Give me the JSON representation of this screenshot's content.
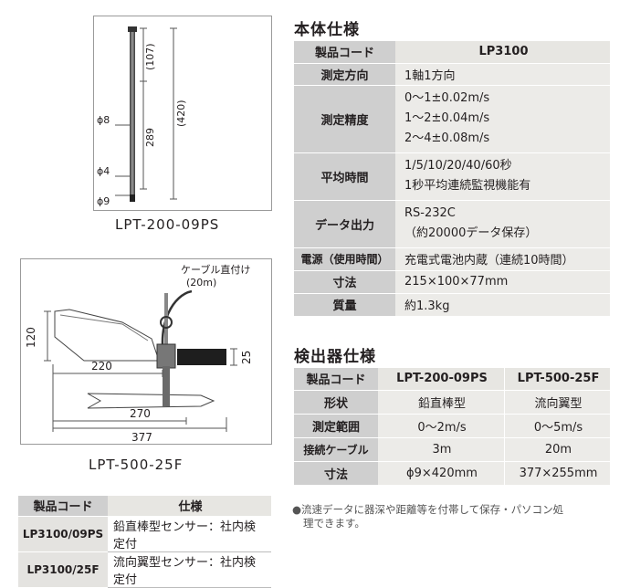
{
  "figures": {
    "rod": {
      "caption": "LPT-200-09PS",
      "dims": {
        "d107": "(107)",
        "d420": "(420)",
        "d289": "289",
        "phi8": "ϕ8",
        "phi4": "ϕ4",
        "phi9": "ϕ9"
      }
    },
    "wing": {
      "caption": "LPT-500-25F",
      "cable_note": "ケーブル直付け",
      "cable_length": "(20m)",
      "dims": {
        "d120": "120",
        "d25": "25",
        "d220": "220",
        "d270": "270",
        "d377": "377"
      }
    }
  },
  "body_spec": {
    "title": "本体仕様",
    "rows": [
      {
        "label": "製品コード",
        "lines": [
          "LP3100"
        ]
      },
      {
        "label": "測定方向",
        "lines": [
          "1軸1方向"
        ]
      },
      {
        "label": "測定精度",
        "lines": [
          "0〜1±0.02m/s",
          "1〜2±0.04m/s",
          "2〜4±0.08m/s"
        ]
      },
      {
        "label": "平均時間",
        "lines": [
          "1/5/10/20/40/60秒",
          "1秒平均連続監視機能有"
        ]
      },
      {
        "label": "データ出力",
        "lines": [
          "RS-232C",
          "（約20000データ保存）"
        ]
      },
      {
        "label": "電源（使用時間）",
        "lines": [
          "充電式電池内蔵（連続10時間）"
        ]
      },
      {
        "label": "寸法",
        "lines": [
          "215×100×77mm"
        ]
      },
      {
        "label": "質量",
        "lines": [
          "約1.3kg"
        ]
      }
    ]
  },
  "sensor_spec": {
    "title": "検出器仕様",
    "header": [
      "製品コード",
      "LPT-200-09PS",
      "LPT-500-25F"
    ],
    "rows": [
      [
        "形状",
        "鉛直棒型",
        "流向翼型"
      ],
      [
        "測定範囲",
        "0〜2m/s",
        "0〜5m/s"
      ],
      [
        "接続ケーブル",
        "3m",
        "20m"
      ],
      [
        "寸法",
        "ϕ9×420mm",
        "377×255mm"
      ]
    ]
  },
  "note": {
    "line1": "●流速データに器深や距離等を付帯して保存・パソコン処",
    "line2": "理できます。"
  },
  "product_table": {
    "header": [
      "製品コード",
      "仕様"
    ],
    "rows": [
      [
        "LP3100/09PS",
        "鉛直棒型センサー：社内検定付"
      ],
      [
        "LP3100/25F",
        "流向翼型センサー：社内検定付"
      ]
    ]
  }
}
